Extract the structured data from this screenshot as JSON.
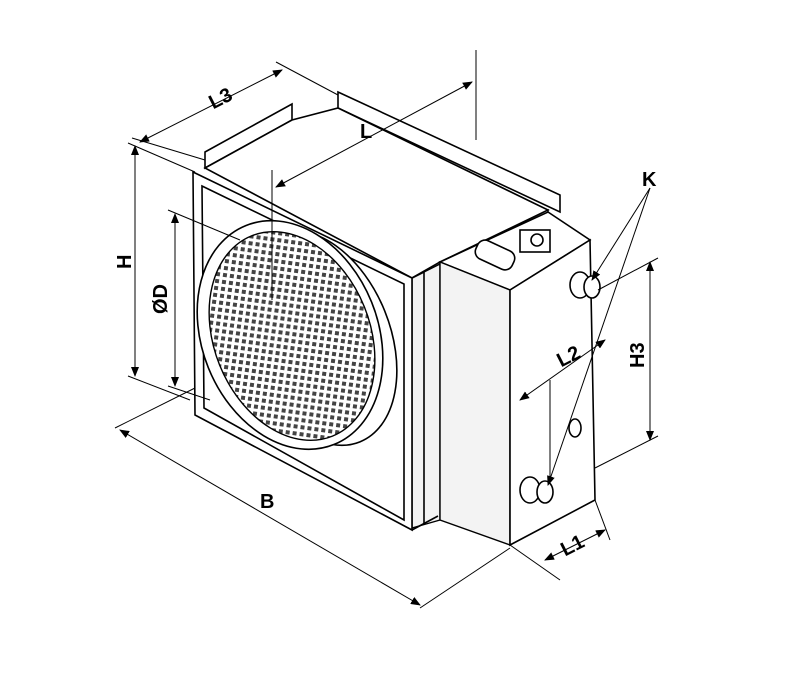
{
  "diagram": {
    "title": "Duct water heater dimensional drawing",
    "labels": {
      "l3": "L3",
      "l": "L",
      "h": "H",
      "diameter": "ØD",
      "b": "B",
      "k": "K",
      "l2": "L2",
      "h3": "H3",
      "l1": "L1"
    }
  }
}
